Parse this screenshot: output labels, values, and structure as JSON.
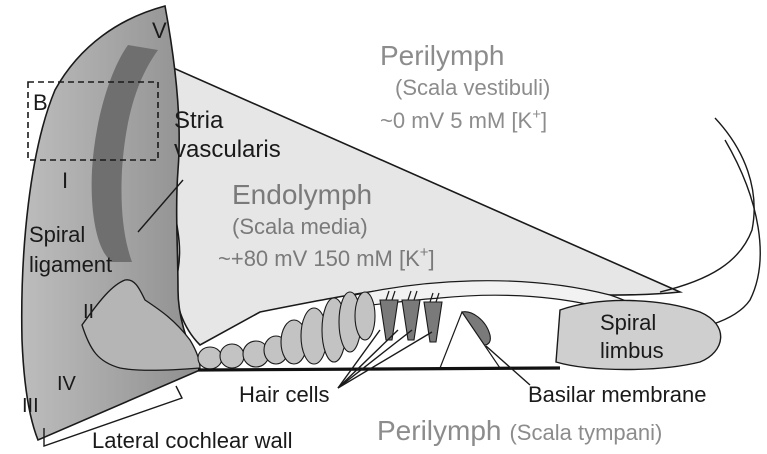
{
  "figure": {
    "perilymph_vestibuli": {
      "title": "Perilymph",
      "subtitle": "(Scala vestibuli)",
      "values": "~0 mV  5 mM [K",
      "values_sup": "+",
      "values_end": "]"
    },
    "endolymph": {
      "title": "Endolymph",
      "subtitle": "(Scala media)",
      "values": "~+80 mV  150 mM [K",
      "values_sup": "+",
      "values_end": "]"
    },
    "perilymph_tympani": {
      "title": "Perilymph",
      "subtitle": "(Scala tympani)"
    },
    "labels": {
      "region_v": "V",
      "region_b": "B",
      "region_i": "I",
      "region_ii": "II",
      "region_iii": "III",
      "region_iv": "IV",
      "stria_line1": "Stria",
      "stria_line2": "vascularis",
      "spiral_ligament_line1": "Spiral",
      "spiral_ligament_line2": "ligament",
      "spiral_limbus_line1": "Spiral",
      "spiral_limbus_line2": "limbus",
      "hair_cells": "Hair cells",
      "basilar_membrane": "Basilar membrane",
      "lateral_cochlear_wall": "Lateral cochlear wall"
    }
  }
}
